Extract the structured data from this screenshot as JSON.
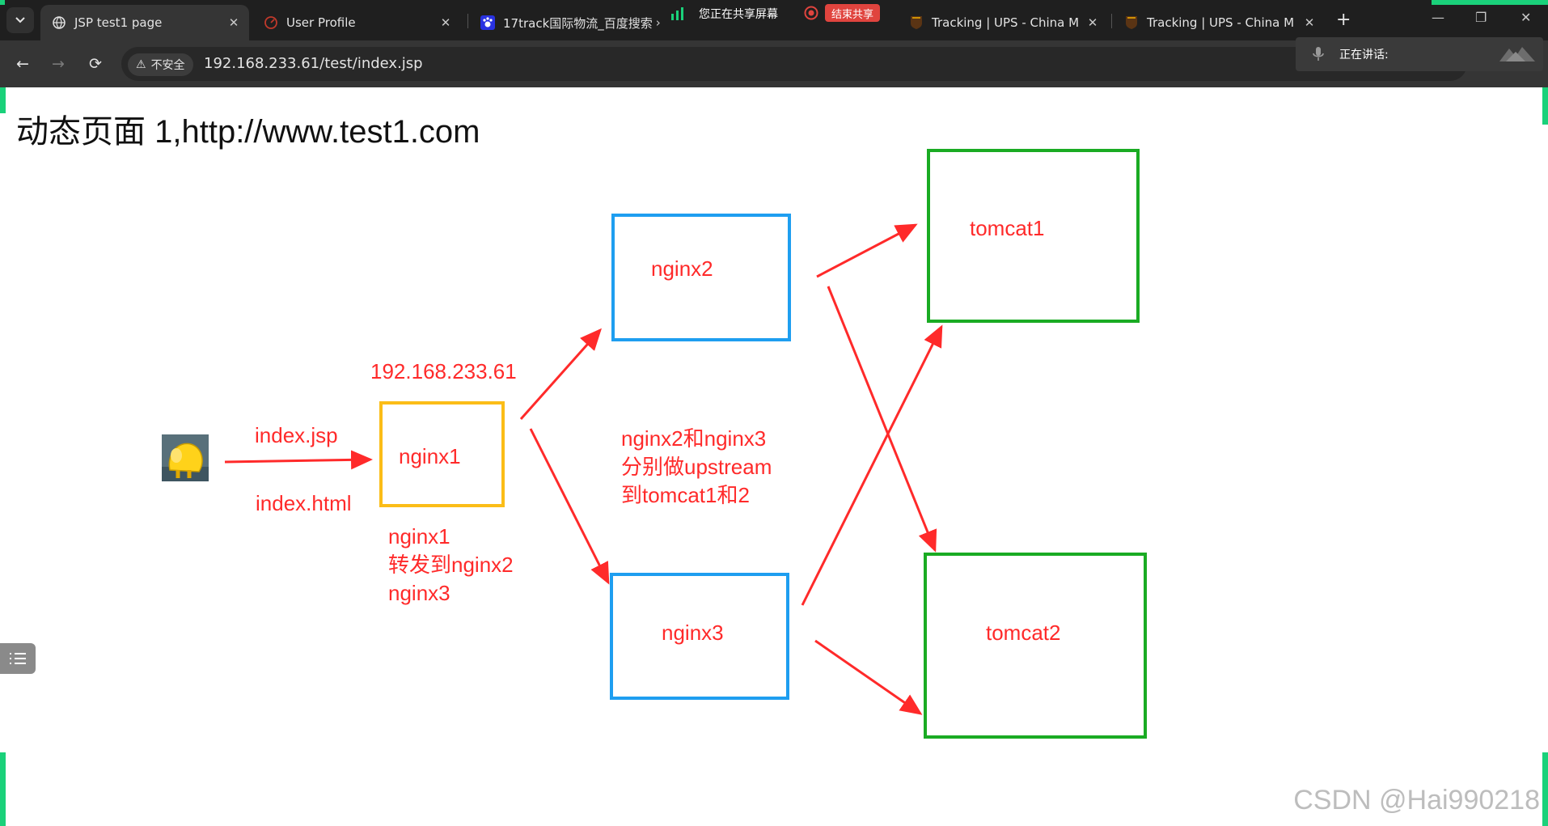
{
  "browser": {
    "tabs": [
      {
        "label": "JSP test1 page",
        "active": true
      },
      {
        "label": "User Profile",
        "active": false
      },
      {
        "label": "17track国际物流_百度搜索",
        "active": false
      },
      {
        "label": "Tracking | UPS - China M",
        "active": false
      },
      {
        "label": "Tracking | UPS - China M",
        "active": false
      }
    ],
    "share_status": "您正在共享屏幕",
    "share_stop": "结束共享",
    "security_label": "不安全",
    "url": "192.168.233.61/test/index.jsp",
    "speaking_label": "正在讲话:",
    "accent_color": "#1ad17a"
  },
  "page": {
    "heading": "动态页面 1,http://www.test1.com",
    "diagram": {
      "ip_label": "192.168.233.61",
      "request_jsp": "index.jsp",
      "request_html": "index.html",
      "nodes": {
        "nginx1": "nginx1",
        "nginx2": "nginx2",
        "nginx3": "nginx3",
        "tomcat1": "tomcat1",
        "tomcat2": "tomcat2"
      },
      "note_forward": [
        "nginx1",
        "转发到nginx2",
        "nginx3"
      ],
      "note_upstream": [
        "nginx2和nginx3",
        "分别做upstream",
        "到tomcat1和2"
      ],
      "colors": {
        "text": "#ff2a2a",
        "arrow": "#ff2a2a",
        "nginx1": "#fbbd17",
        "nginx23": "#1e9ef0",
        "tomcat": "#1aab23"
      }
    }
  },
  "watermark": "CSDN @Hai990218"
}
